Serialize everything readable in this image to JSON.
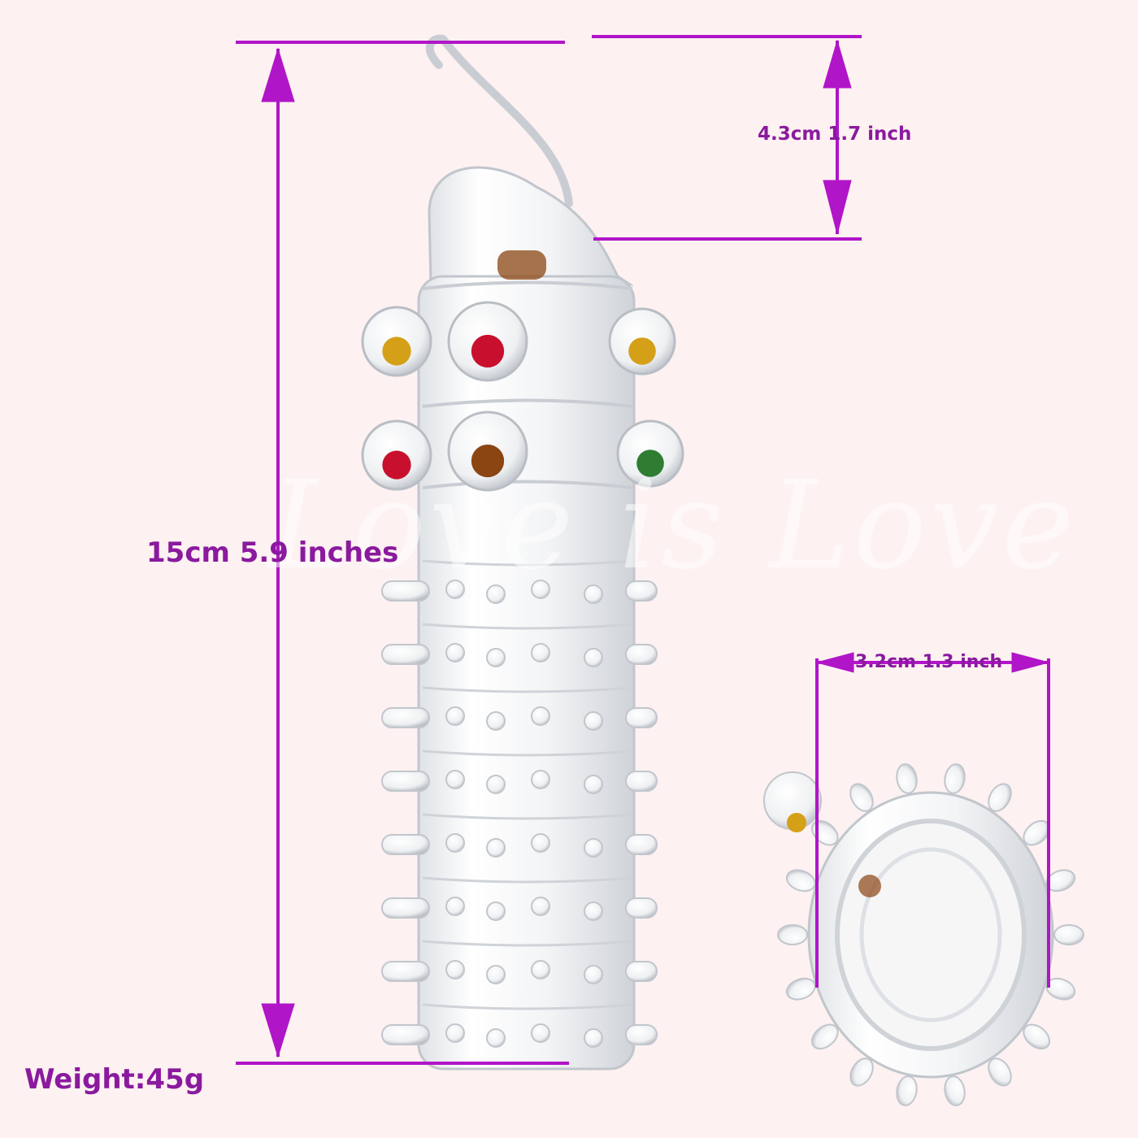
{
  "labels": {
    "length": "15cm 5.9 inches",
    "tip_length": "4.3cm 1.7 inch",
    "diameter": "3.2cm 1.3 inch",
    "weight": "Weight:45g"
  },
  "watermark": "Love is Love",
  "colors": {
    "background": "#fdf1f1",
    "dimension": "#b015c8",
    "text": "#8a1a9e",
    "bead_red": "#c8102e",
    "bead_yellow": "#d4a017",
    "bead_green": "#2e7d32",
    "bead_brown": "#8b4513"
  }
}
